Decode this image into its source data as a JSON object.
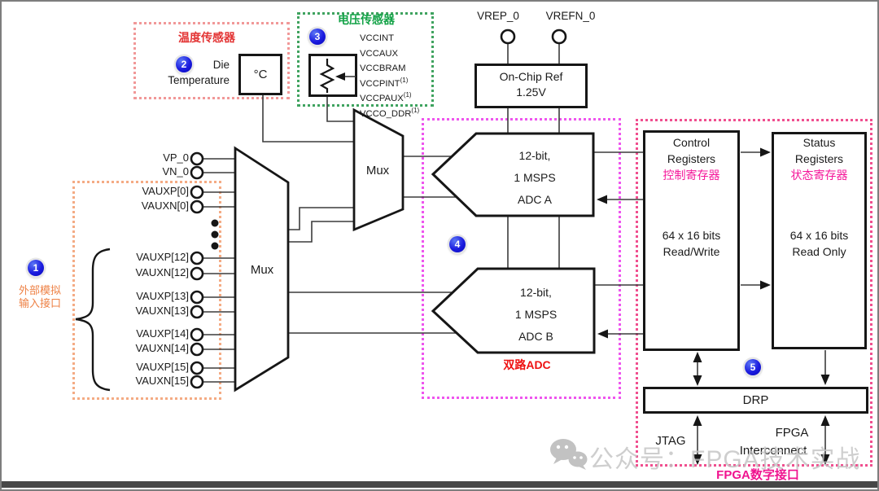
{
  "badges": [
    "1",
    "2",
    "3",
    "4",
    "5"
  ],
  "temperature_sensor": {
    "title": "温度传感器",
    "die_line1": "Die",
    "die_line2": "Temperature",
    "unit_label": "°C"
  },
  "voltage_sensor": {
    "title": "电压传感器",
    "rails": [
      {
        "name": "VCCINT",
        "sup": ""
      },
      {
        "name": "VCCAUX",
        "sup": ""
      },
      {
        "name": "VCCBRAM",
        "sup": ""
      },
      {
        "name": "VCCPINT",
        "sup": "(1)"
      },
      {
        "name": "VCCPAUX",
        "sup": "(1)"
      },
      {
        "name": "VCCO_DDR",
        "sup": "(1)"
      }
    ]
  },
  "reference": {
    "pin_p": "VREP_0",
    "pin_n": "VREFN_0",
    "box_line1": "On-Chip Ref",
    "box_line2": "1.25V"
  },
  "analog_inputs": {
    "caption_line1": "外部模拟",
    "caption_line2": "输入接口",
    "pins": [
      "VP_0",
      "VN_0",
      "VAUXP[0]",
      "VAUXN[0]",
      "VAUXP[12]",
      "VAUXN[12]",
      "VAUXP[13]",
      "VAUXN[13]",
      "VAUXP[14]",
      "VAUXN[14]",
      "VAUXP[15]",
      "VAUXN[15]"
    ]
  },
  "mux1_label": "Mux",
  "mux2_label": "Mux",
  "adc": {
    "caption": "双路ADC",
    "adc_a": [
      "12-bit,",
      "1 MSPS",
      "ADC A"
    ],
    "adc_b": [
      "12-bit,",
      "1 MSPS",
      "ADC B"
    ]
  },
  "registers": {
    "control": {
      "line1": "Control",
      "line2": "Registers",
      "cn": "控制寄存器",
      "size": "64 x 16 bits",
      "access": "Read/Write"
    },
    "status": {
      "line1": "Status",
      "line2": "Registers",
      "cn": "状态寄存器",
      "size": "64 x 16 bits",
      "access": "Read Only"
    }
  },
  "digital_interface": {
    "drp": "DRP",
    "jtag": "JTAG",
    "fpga_line1": "FPGA",
    "fpga_line2": "Interconnect",
    "caption": "FPGA数字接口"
  },
  "watermark": {
    "text": "公众号：FPGA技术实战"
  },
  "colors": {
    "temp_border": "#f19898",
    "temp_title": "#e33434",
    "volt_border": "#3fa35f",
    "volt_title": "#12a246",
    "analog_border": "#f4ab84",
    "analog_caption": "#ee8246",
    "adc_border": "#ee55ee",
    "adc_caption": "#ee1111",
    "fpga_border": "#f04f8f",
    "fpga_caption": "#f0138f",
    "register_cn": "#f5169a",
    "badge_blue": "#1b1bdf",
    "line": "#3c3c3c",
    "shape_stroke": "#161616"
  }
}
